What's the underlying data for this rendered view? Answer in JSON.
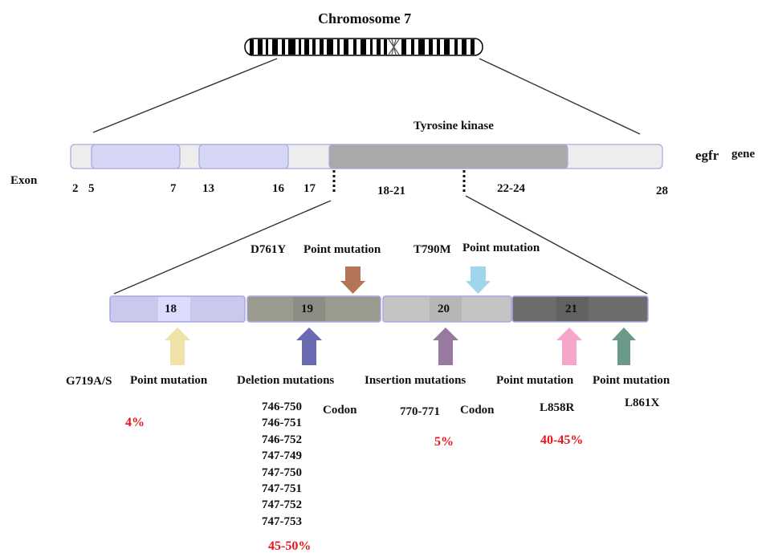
{
  "colors": {
    "domain_18": "#cbc8ee",
    "domain_19": "#9b9a8f",
    "domain_20": "#c4c4c4",
    "domain_21": "#6d6d6d",
    "kinase": "#a9a9a9",
    "exon_block": "#d6d6f6",
    "outline": "#a8a8e0",
    "arrow_d761y": "#b27656",
    "arrow_t790m": "#9fd6ec",
    "arrow_g719": "#eee2a8",
    "arrow_deletion": "#6b6bb4",
    "arrow_insertion": "#98799f",
    "arrow_l858r": "#f6a6c8",
    "arrow_l861x": "#6b9a88",
    "percent": "#e8141a"
  },
  "chromosome": {
    "title": "Chromosome 7"
  },
  "gene": {
    "kinase_label": "Tyrosine kinase",
    "gene_name": "egfr",
    "gene_suffix": "gene",
    "exon_label": "Exon",
    "exon_numbers": [
      "2",
      "5",
      "7",
      "13",
      "16",
      "17",
      "18-21",
      "22-24",
      "28"
    ]
  },
  "domains": [
    "18",
    "19",
    "20",
    "21"
  ],
  "top_mutations": {
    "d761y": {
      "name": "D761Y",
      "type": "Point mutation"
    },
    "t790m": {
      "name": "T790M",
      "type": "Point mutation"
    }
  },
  "bottom_mutations": {
    "g719": {
      "name": "G719A/S",
      "type": "Point mutation",
      "percent": "4%"
    },
    "deletion": {
      "type": "Deletion mutations",
      "codon_label": "Codon",
      "codons": [
        "746-750",
        "746-751",
        "746-752",
        "747-749",
        "747-750",
        "747-751",
        "747-752",
        "747-753"
      ],
      "percent": "45-50%"
    },
    "insertion": {
      "type": "Insertion mutations",
      "codons": "770-771",
      "codon_label": "Codon",
      "percent": "5%"
    },
    "l858r": {
      "type": "Point mutation",
      "name": "L858R",
      "percent": "40-45%"
    },
    "l861x": {
      "type": "Point mutation",
      "name": "L861X"
    }
  }
}
